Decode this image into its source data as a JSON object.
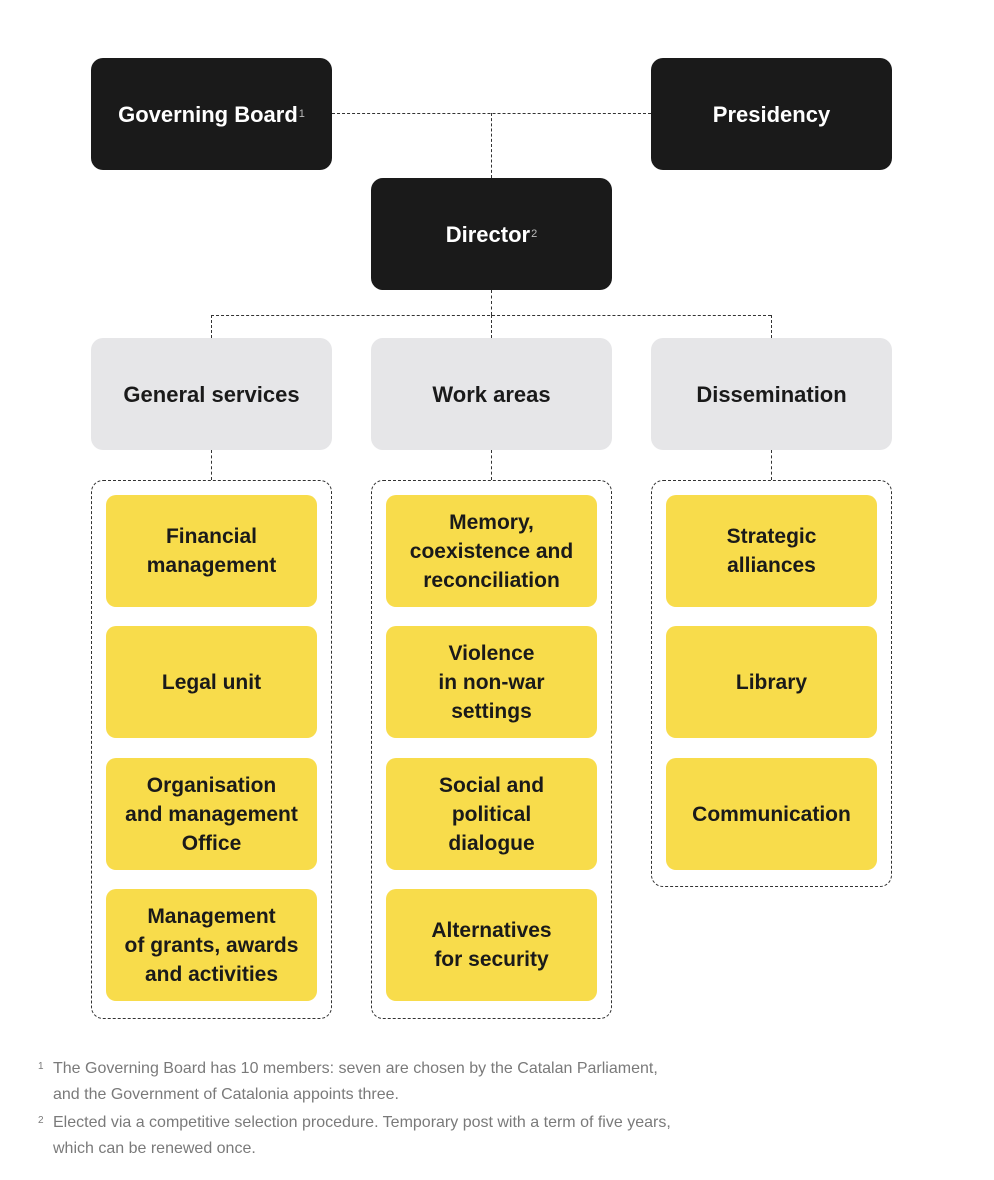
{
  "top": {
    "governing_board": {
      "label": "Governing Board",
      "sup": "1"
    },
    "presidency": {
      "label": "Presidency"
    },
    "director": {
      "label": "Director",
      "sup": "2"
    }
  },
  "columns": [
    {
      "header": "General services",
      "units": [
        "Financial\nmanagement",
        "Legal unit",
        "Organisation\nand management\nOffice",
        "Management\nof grants, awards\nand activities"
      ]
    },
    {
      "header": "Work areas",
      "units": [
        "Memory,\ncoexistence and\nreconciliation",
        "Violence\nin non-war\nsettings",
        "Social and\npolitical\ndialogue",
        "Alternatives\nfor security"
      ]
    },
    {
      "header": "Dissemination",
      "units": [
        "Strategic\nalliances",
        "Library",
        "Communication"
      ]
    }
  ],
  "footnotes": [
    {
      "mark": "1",
      "text": "The Governing Board has 10 members: seven are chosen by the Catalan Parliament, and the Government of Catalonia appoints three."
    },
    {
      "mark": "2",
      "text": "Elected via a competitive selection procedure. Temporary post with a term of five years, which can be renewed once."
    }
  ],
  "colors": {
    "dark_box": "#1a1a1a",
    "grey_box": "#e6e6e8",
    "yellow_box": "#f8dc4b",
    "connector": "#333333",
    "footnote_text": "#7a7a7a"
  }
}
